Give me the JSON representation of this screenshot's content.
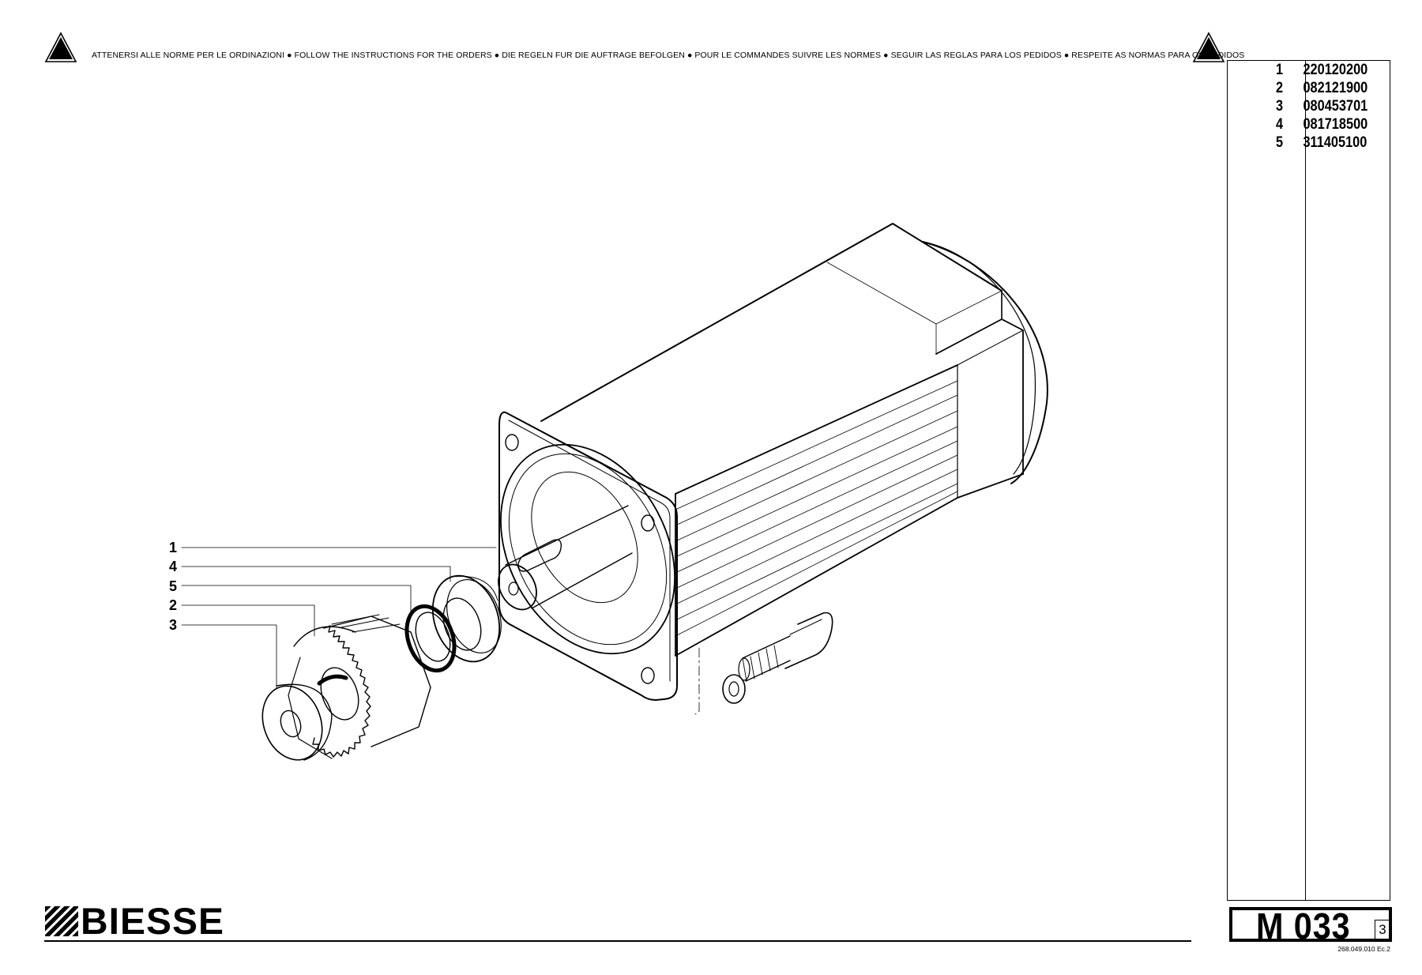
{
  "header": {
    "notice": "ATTENERSI ALLE NORME PER LE ORDINAZIONI  ●  FOLLOW THE INSTRUCTIONS FOR THE ORDERS ● DIE REGELN FUR DIE AUFTRAGE BEFOLGEN ● POUR LE COMMANDES SUIVRE LES NORMES ● SEGUIR LAS REGLAS PARA LOS PEDIDOS ● RESPEITE AS NORMAS PARA OS PEDIDOS"
  },
  "parts": [
    {
      "num": "1",
      "code": "220120200"
    },
    {
      "num": "2",
      "code": "082121900"
    },
    {
      "num": "3",
      "code": "080453701"
    },
    {
      "num": "4",
      "code": "081718500"
    },
    {
      "num": "5",
      "code": "311405100"
    }
  ],
  "callouts": [
    "1",
    "4",
    "5",
    "2",
    "3"
  ],
  "footer": {
    "brand": "BIESSE",
    "model": "M 033",
    "sheet": "3",
    "doc_ref": "268.049.010 Ec.2"
  },
  "icons": [
    "warning-triangle-icon",
    "biesse-logo-icon"
  ]
}
